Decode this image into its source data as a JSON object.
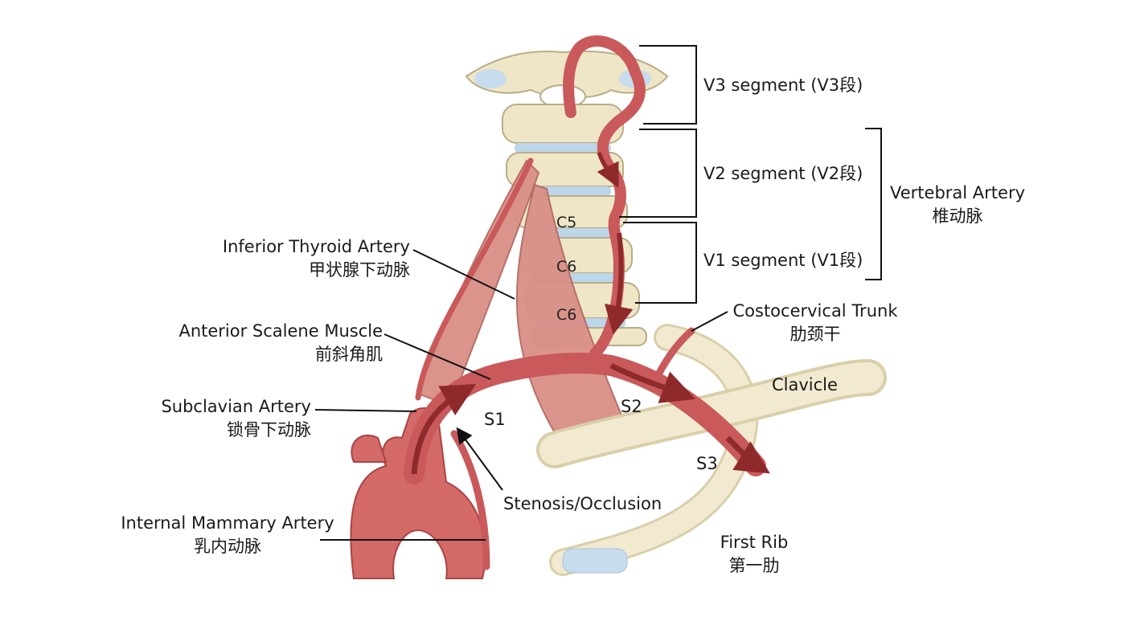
{
  "labels": {
    "inferior_thyroid": {
      "en": "Inferior Thyroid Artery",
      "zh": "甲状腺下动脉"
    },
    "anterior_scalene": {
      "en": "Anterior Scalene Muscle",
      "zh": "前斜角肌"
    },
    "subclavian": {
      "en": "Subclavian Artery",
      "zh": "锁骨下动脉"
    },
    "internal_mammary": {
      "en": "Internal Mammary Artery",
      "zh": "乳内动脉"
    },
    "stenosis": "Stenosis/Occlusion",
    "v3": "V3 segment (V3段)",
    "v2": "V2 segment (V2段)",
    "v1": "V1 segment (V1段)",
    "vertebral": {
      "en": "Vertebral Artery",
      "zh": "椎动脉"
    },
    "costocervical": {
      "en": "Costocervical Trunk",
      "zh": "肋颈干"
    },
    "clavicle": "Clavicle",
    "first_rib": {
      "en": "First Rib",
      "zh": "第一肋"
    },
    "s1": "S1",
    "s2": "S2",
    "s3": "S3",
    "c5": "C5",
    "c6_upper": "C6",
    "c6_lower": "C6"
  },
  "colors": {
    "artery": "#c9595a",
    "artery_dark": "#8e2a2c",
    "muscle": "#d98f86",
    "bone": "#efe6c8",
    "disc": "#bcd6ea",
    "line": "#111111"
  }
}
